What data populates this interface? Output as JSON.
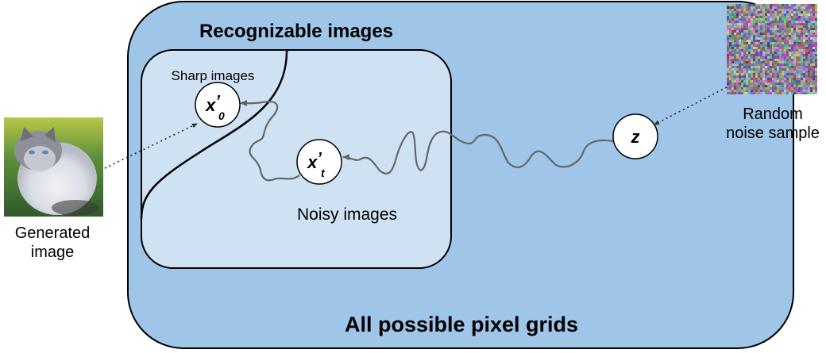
{
  "regions": {
    "outer_label": "All possible pixel grids",
    "recognizable_label": "Recognizable images",
    "sharp_label": "Sharp images",
    "noisy_label": "Noisy images"
  },
  "nodes": {
    "x0": {
      "base": "x",
      "prime": "’",
      "sub": "0"
    },
    "xt": {
      "base": "x",
      "prime": "’",
      "sub": "t"
    },
    "z": {
      "base": "z"
    }
  },
  "images": {
    "generated_caption_1": "Generated",
    "generated_caption_2": "image",
    "noise_caption_1": "Random",
    "noise_caption_2": "noise sample"
  },
  "colors": {
    "outer_fill": "#9fc5e8",
    "inner_fill": "#cfe2f3",
    "path_stroke": "#666666"
  }
}
